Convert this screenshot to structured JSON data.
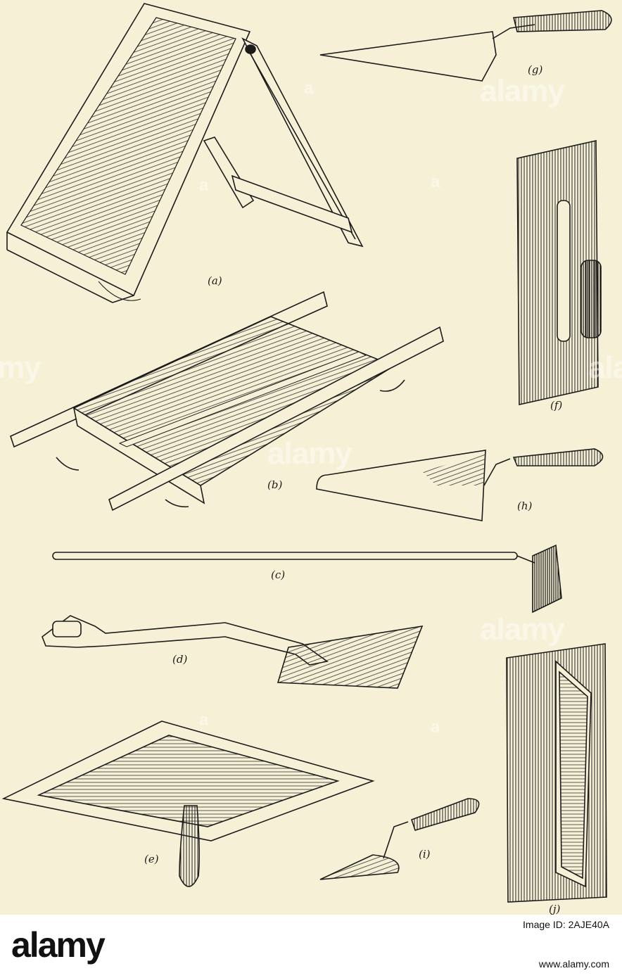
{
  "figures": {
    "a": {
      "label": "(a)"
    },
    "b": {
      "label": "(b)"
    },
    "c": {
      "label": "(c)"
    },
    "d": {
      "label": "(d)"
    },
    "e": {
      "label": "(e)"
    },
    "f": {
      "label": "(f)"
    },
    "g": {
      "label": "(g)"
    },
    "h": {
      "label": "(h)"
    },
    "i": {
      "label": "(i)"
    },
    "j": {
      "label": "(j)"
    }
  },
  "watermark": {
    "text": "alamy",
    "partial_left": "my",
    "partial_right": "ala",
    "stamp": "a"
  },
  "footer": {
    "brand": "alamy",
    "image_id": "Image ID: 2AJE40A",
    "site": "www.alamy.com"
  },
  "colors": {
    "paper": "#f6f1d6",
    "ink": "#1b1b1b",
    "footer_bg": "#ffffff"
  }
}
